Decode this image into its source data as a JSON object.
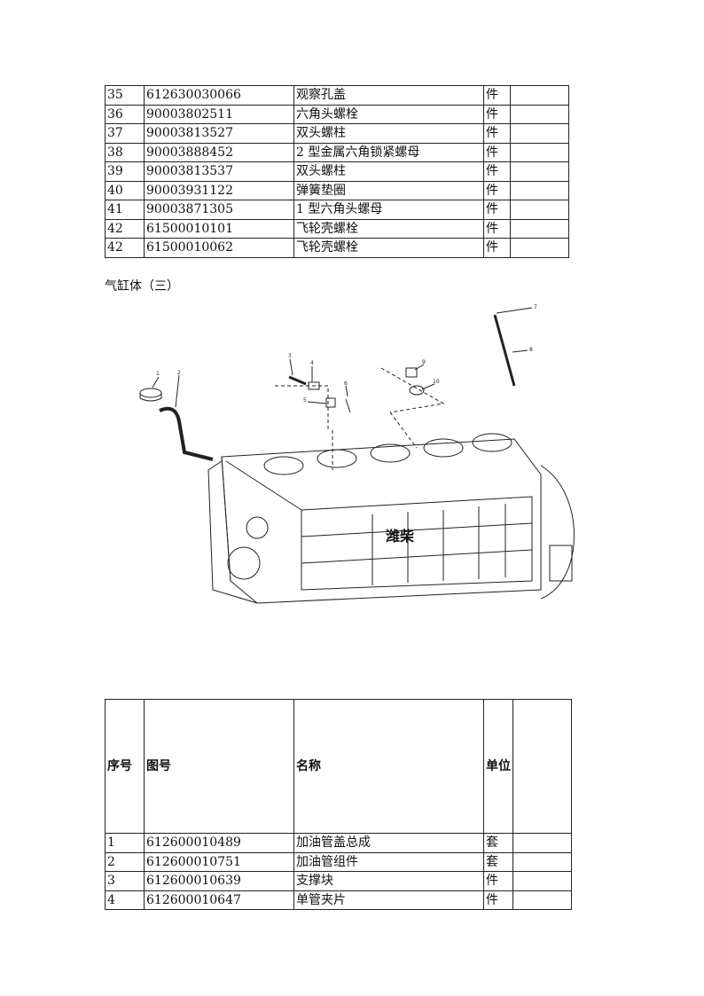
{
  "top_table": {
    "rows": [
      {
        "no": "35",
        "part": "612630030066",
        "name": "观察孔盖",
        "unit": "件",
        "qty": ""
      },
      {
        "no": "36",
        "part": "90003802511",
        "name": "六角头螺栓",
        "unit": "件",
        "qty": ""
      },
      {
        "no": "37",
        "part": "90003813527",
        "name": "双头螺柱",
        "unit": "件",
        "qty": ""
      },
      {
        "no": "38",
        "part": "90003888452",
        "name": "2 型金属六角锁紧螺母",
        "unit": "件",
        "qty": ""
      },
      {
        "no": "39",
        "part": "90003813537",
        "name": "双头螺柱",
        "unit": "件",
        "qty": ""
      },
      {
        "no": "40",
        "part": "90003931122",
        "name": "弹簧垫圈",
        "unit": "件",
        "qty": ""
      },
      {
        "no": "41",
        "part": "90003871305",
        "name": "1 型六角头螺母",
        "unit": "件",
        "qty": ""
      },
      {
        "no": "42",
        "part": "61500010101",
        "name": "飞轮壳螺栓",
        "unit": "件",
        "qty": ""
      },
      {
        "no": "42",
        "part": "61500010062",
        "name": "飞轮壳螺栓",
        "unit": "件",
        "qty": ""
      }
    ]
  },
  "section_caption": "气缸体（三）",
  "diagram": {
    "callouts": [
      "1",
      "2",
      "3",
      "4",
      "5",
      "6",
      "7",
      "8",
      "9",
      "10"
    ],
    "brand_text": "潍柴"
  },
  "bottom_table": {
    "headers": {
      "no": "序号",
      "part": "图号",
      "name": "名称",
      "unit": "单位"
    },
    "rows": [
      {
        "no": "1",
        "part": "612600010489",
        "name": "加油管盖总成",
        "unit": "套",
        "qty": ""
      },
      {
        "no": "2",
        "part": "612600010751",
        "name": "加油管组件",
        "unit": "套",
        "qty": ""
      },
      {
        "no": "3",
        "part": "612600010639",
        "name": "支撑块",
        "unit": "件",
        "qty": ""
      },
      {
        "no": "4",
        "part": "612600010647",
        "name": "单管夹片",
        "unit": "件",
        "qty": ""
      }
    ]
  }
}
